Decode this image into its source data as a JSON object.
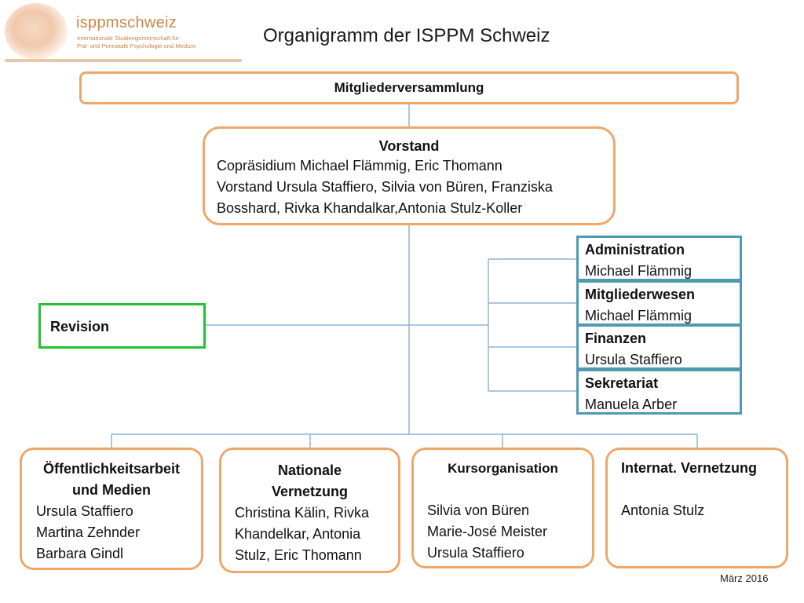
{
  "header": {
    "logo_name": "isppmschweiz",
    "logo_tagline_1": "Internationale Studiengemeinschaft für",
    "logo_tagline_2": "Prä- und Perinatale Psychologie und Medizin",
    "title": "Organigramm der ISPPM Schweiz"
  },
  "mitgliederversammlung": {
    "label": "Mitgliederversammlung"
  },
  "vorstand": {
    "heading": "Vorstand",
    "lines": [
      "Copräsidium  Michael Flämmig, Eric Thomann",
      "Vorstand Ursula Staffiero, Silvia von Büren, Franziska",
      "Bosshard, Rivka Khandalkar,Antonia Stulz-Koller"
    ]
  },
  "side_units": [
    {
      "heading": "Administration",
      "person": "Michael Flämmig"
    },
    {
      "heading": "Mitgliederwesen",
      "person": "Michael Flämmig"
    },
    {
      "heading": "Finanzen",
      "person": "Ursula Staffiero"
    },
    {
      "heading": "Sekretariat",
      "person": "Manuela Arber"
    }
  ],
  "revision": {
    "label": "Revision"
  },
  "bottom_units": [
    {
      "heading_lines": [
        "Öffentlichkeitsarbeit",
        "und Medien"
      ],
      "members": [
        "Ursula Staffiero",
        "Martina Zehnder",
        "Barbara Gindl"
      ]
    },
    {
      "heading_lines": [
        "Nationale",
        "Vernetzung"
      ],
      "members": [
        "Christina Kälin, Rivka",
        "Khandelkar, Antonia",
        "Stulz, Eric Thomann"
      ]
    },
    {
      "heading_lines": [
        "Kursorganisation"
      ],
      "members": [
        "Silvia von Büren",
        "Marie-José Meister",
        "Ursula Staffiero"
      ]
    },
    {
      "heading_lines": [
        "Internat. Vernetzung"
      ],
      "members": [
        "Antonia Stulz"
      ]
    }
  ],
  "footer": {
    "date": "März 2016"
  },
  "colors": {
    "orange_border": "#eea76a",
    "teal_border": "#4e9aae",
    "green_border": "#22c232",
    "connector": "#8fb4d8",
    "logo_text": "#c9864a"
  }
}
